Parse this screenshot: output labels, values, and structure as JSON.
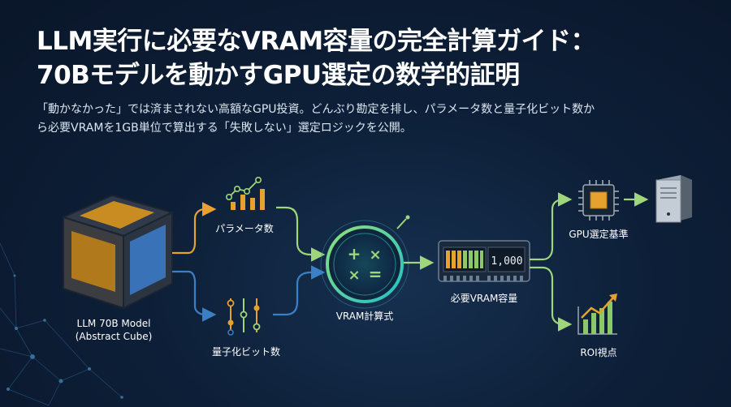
{
  "title": {
    "line1": "LLM実行に必要なVRAM容量の完全計算ガイド：",
    "line2": "70Bモデルを動かすGPU選定の数学的証明"
  },
  "subtitle": {
    "line1": "「動かなかった」では済まされない高額なGPU投資。どんぶり勘定を排し、パラメータ数と量子化ビット数か",
    "line2": "ら必要VRAMを1GB単位で算出する「失敗しない」選定ロジックを公開。"
  },
  "diagram": {
    "model_label_line1": "LLM 70B Model",
    "model_label_line2": "(Abstract Cube)",
    "parameters_label": "パラメータ数",
    "quantization_label": "量子化ビット数",
    "formula_label": "VRAM計算式",
    "formula_symbols": {
      "plus": "+",
      "times": "×",
      "times2": "×",
      "equals": "="
    },
    "vram_label": "必要VRAM容量",
    "vram_readout": "1,000",
    "gpu_label": "GPU選定基準",
    "roi_label": "ROI視点"
  },
  "colors": {
    "background": "#0d1f38",
    "orange": "#e6a12e",
    "cube_blue": "#3a72b8",
    "arrow_blue": "#3b7fc4",
    "green": "#9fd67b",
    "teal": "#2fc7c3",
    "node_glow": "#1fae9a"
  }
}
